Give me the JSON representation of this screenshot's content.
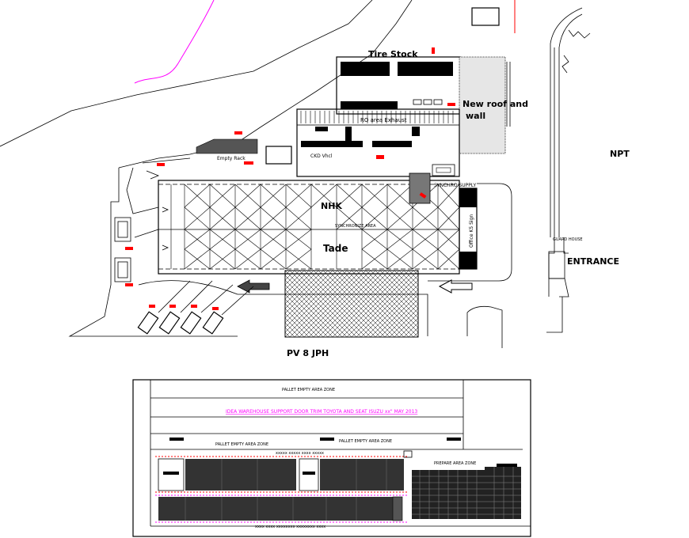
{
  "site_plan": {
    "labels": {
      "tire_stock": "Tire Stock",
      "ro_area": "RO area Exhaust",
      "new_roof": "New roof and",
      "new_roof_2": "wall",
      "ckd_vhcl": "CKD Vhcl",
      "empty_rack": "Empty Rack",
      "nhk": "NHK",
      "synchronize_area": "SYNCHRONIZE AREA",
      "tade": "Tade",
      "synchro_supply": "SYNCHRO SUPPLY",
      "office_sign": "Office K5 Sign",
      "npt": "NPT",
      "guard_house": "GUARD HOUSE",
      "entrance": "ENTRANCE",
      "pv": "PV 8 JPH"
    },
    "colors": {
      "accent_magenta": "#ff00ff",
      "accent_red": "#ff0000",
      "line": "#000000"
    }
  },
  "warehouse_plan": {
    "labels": {
      "pallet_empty_top": "PALLET EMPTY AREA ZONE",
      "title": "IDEA WAREHOUSE SUPPORT DOOR TRIM TOYOTA AND SEAT ISUZU xx\" MAY 2013",
      "pallet_empty_left": "PALLET EMPTY AREA ZONE",
      "pallet_empty_right": "PALLET EMPTY AREA ZONE",
      "prepare_area": "PREPARE AREA ZONE",
      "top_strip": "xxxxx xxxxx xxxx xxxxx",
      "bottom_strip": "xxxx xxxx xxxxxxxx xxxxxxxx xxxx"
    }
  }
}
